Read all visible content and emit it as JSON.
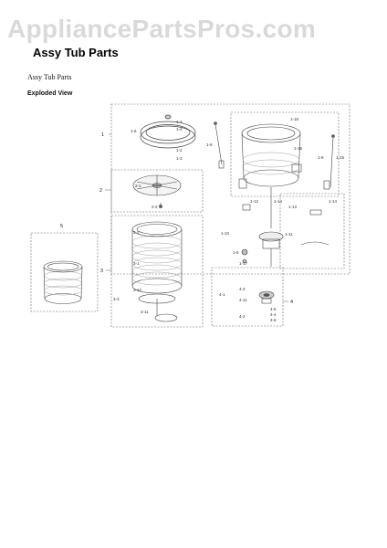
{
  "watermark": {
    "text": "AppliancePartsPros.com"
  },
  "header": {
    "title": "Assy Tub Parts"
  },
  "doc": {
    "subtitle": "Assy Tub Parts",
    "section": "Exploded View"
  },
  "callouts": {
    "g1": "1",
    "g2": "2",
    "g3": "3",
    "g4": "4",
    "g5": "5",
    "c1_7": "1-7",
    "c1_6": "1-6",
    "c1_4": "1-4",
    "c1_2": "1-2",
    "c1_3": "1-3",
    "c1_9": "1-9",
    "c1_18": "1-18",
    "c1_16": "1-16",
    "c1_8": "1-8",
    "c1_15": "1-15",
    "c1_12": "1-12",
    "c1_14": "1-14",
    "c1_13": "1-13",
    "c1_14b": "1-14",
    "c1_10": "1-10",
    "c1_5": "1-5",
    "c1_11": "1-11",
    "c1_17": "1-17",
    "c2_1": "2-1",
    "c2_2": "2-2",
    "c3_2": "3-2",
    "c3_1": "3-1",
    "c3_12": "3-12",
    "c3_11": "3-11",
    "c3_3": "3-3",
    "c4_1": "4-1",
    "c4_3": "4-3",
    "c4_11": "4-11",
    "c4_2": "4-2",
    "c4_5": "4-5",
    "c4_4": "4-4",
    "c4_6": "4-6"
  }
}
